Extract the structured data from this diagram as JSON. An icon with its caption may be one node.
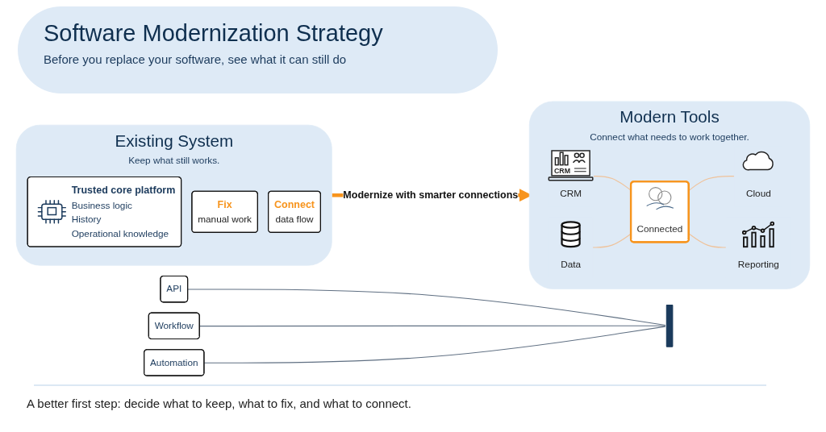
{
  "diagram": {
    "title": "Software Modernization Strategy",
    "caption": "A better first step: decide what to keep, what to fix, and what to connect.",
    "nodes": [
      {
        "text": [
          "Existing System",
          "Keep what still works."
        ]
      },
      {
        "text": [
          "Trusted core platform",
          "Business logic",
          "History",
          "Operational knowledge"
        ],
        "in": 0
      },
      {
        "text": [
          "Fix",
          "manual work"
        ],
        "in": 0
      },
      {
        "text": [
          "Connect",
          "data flow"
        ],
        "in": 0
      },
      {
        "text": [
          "API"
        ]
      },
      {
        "text": [
          "Workflow"
        ]
      },
      {
        "text": [
          "Automation"
        ]
      },
      {
        "text": [],
        "shape": "bar"
      },
      {
        "text": [
          "Modern Tools",
          "Connect what needs to work together."
        ]
      },
      {
        "text": [
          "CRM"
        ],
        "in": 8
      },
      {
        "text": [
          "Connected"
        ],
        "in": 8
      },
      {
        "text": [
          "Cloud"
        ],
        "in": 8
      },
      {
        "text": [
          "Data"
        ],
        "in": 8
      },
      {
        "text": [
          "Reporting"
        ],
        "in": 8
      }
    ],
    "edges": [
      {
        "from": 0,
        "to": 8,
        "arrow": "to",
        "label": "Modernize with smarter connections",
        "style": "thick",
        "color": "#f7941d"
      },
      {
        "from": 9,
        "to": 10,
        "arrow": "none"
      },
      {
        "from": 10,
        "to": 11,
        "arrow": "none"
      },
      {
        "from": 12,
        "to": 10,
        "arrow": "none"
      },
      {
        "from": 10,
        "to": 13,
        "arrow": "none"
      },
      {
        "from": 4,
        "to": 7,
        "arrow": "none",
        "color": "#5f6f82"
      },
      {
        "from": 5,
        "to": 7,
        "arrow": "none",
        "color": "#5f6f82"
      },
      {
        "from": 6,
        "to": 7,
        "arrow": "none",
        "color": "#5f6f82"
      }
    ],
    "labels": [
      "Before you replace your software, see what it can still do",
      "CRM"
    ]
  }
}
